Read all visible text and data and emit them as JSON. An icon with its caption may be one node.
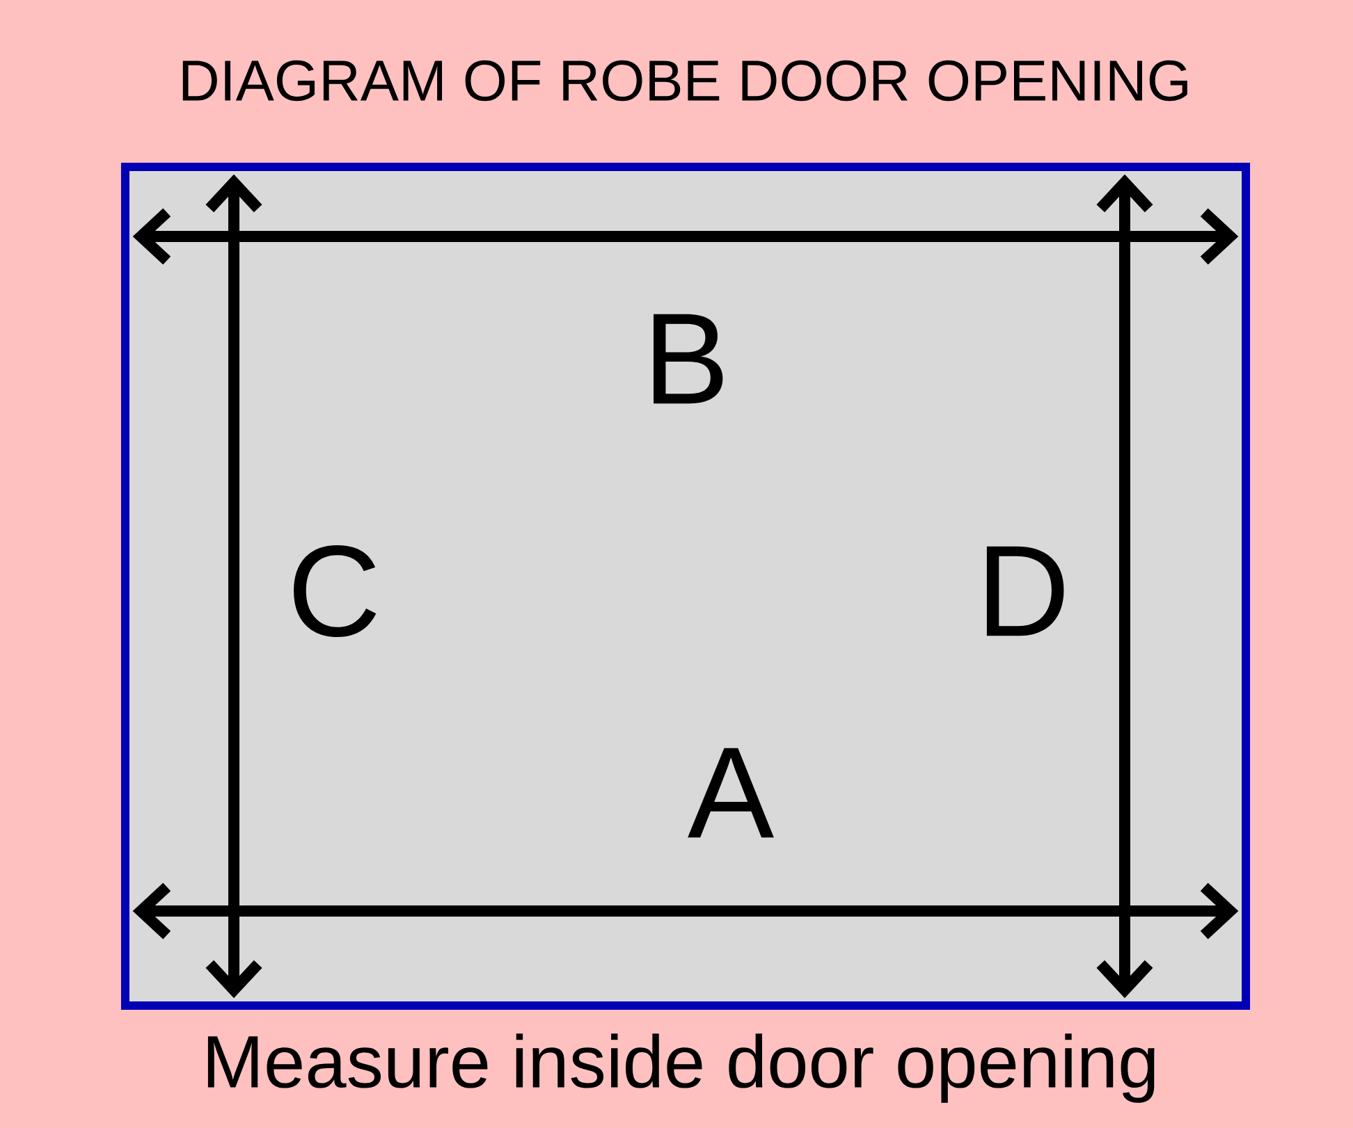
{
  "diagram": {
    "title": "DIAGRAM OF ROBE DOOR OPENING",
    "caption": "Measure inside door opening",
    "nodes": [
      {
        "text": [],
        "shape": "box"
      }
    ],
    "labels": [
      "B",
      "C",
      "D",
      "A"
    ]
  }
}
